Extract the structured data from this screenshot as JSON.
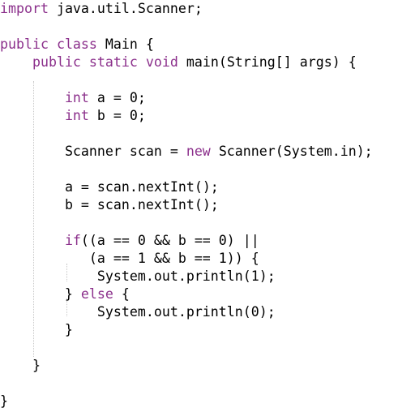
{
  "editor": {
    "language": "Java",
    "colors": {
      "background": "#ffffff",
      "text": "#000000",
      "keyword": "#8b2f8b",
      "number": "#000000",
      "class": "#000000",
      "indent_guide": "#c8c8c8"
    },
    "lines": [
      {
        "text": "import java.util.Scanner;"
      },
      {
        "text": ""
      },
      {
        "text": "public class Main {"
      },
      {
        "text": "    public static void main(String[] args) {"
      },
      {
        "text": ""
      },
      {
        "text": "        int a = 0;"
      },
      {
        "text": "        int b = 0;"
      },
      {
        "text": ""
      },
      {
        "text": "        Scanner scan = new Scanner(System.in);"
      },
      {
        "text": ""
      },
      {
        "text": "        a = scan.nextInt();"
      },
      {
        "text": "        b = scan.nextInt();"
      },
      {
        "text": ""
      },
      {
        "text": "        if((a == 0 && b == 0) ||"
      },
      {
        "text": "           (a == 1 && b == 1)) {"
      },
      {
        "text": "            System.out.println(1);"
      },
      {
        "text": "        } else {"
      },
      {
        "text": "            System.out.println(0);"
      },
      {
        "text": "        }"
      },
      {
        "text": ""
      },
      {
        "text": "    }"
      },
      {
        "text": ""
      },
      {
        "text": "}"
      }
    ]
  }
}
